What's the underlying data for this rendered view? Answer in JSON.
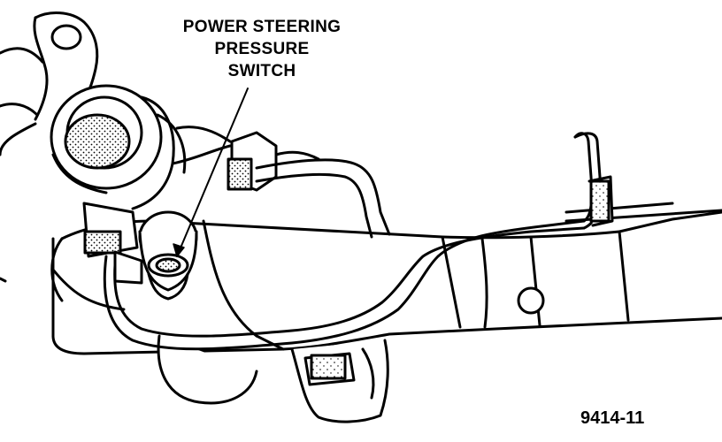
{
  "callout": {
    "lines": [
      "POWER STEERING",
      "PRESSURE",
      "SWITCH"
    ]
  },
  "figure_number": "9414-11"
}
